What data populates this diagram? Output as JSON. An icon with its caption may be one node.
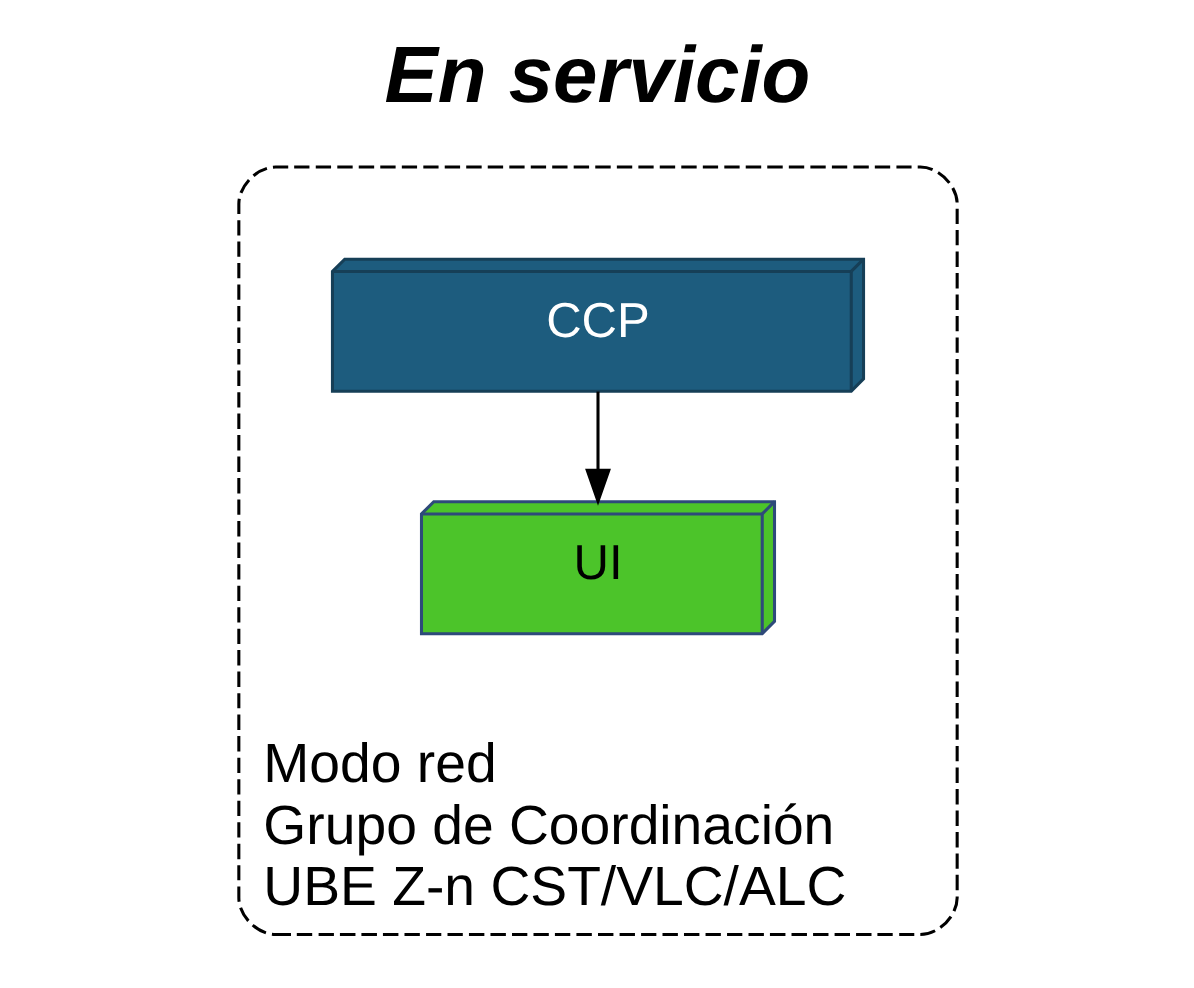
{
  "diagram": {
    "title": "En servicio",
    "nodes": [
      {
        "text": [
          "Modo red",
          "Grupo de Coordinación",
          "UBE Z-n CST/VLC/ALC"
        ]
      },
      {
        "text": [
          "CCP"
        ],
        "in": 0
      },
      {
        "text": [
          "UI"
        ],
        "in": 0
      }
    ],
    "edges": [
      {
        "from": 1,
        "to": 2,
        "arrow": "to"
      }
    ]
  }
}
